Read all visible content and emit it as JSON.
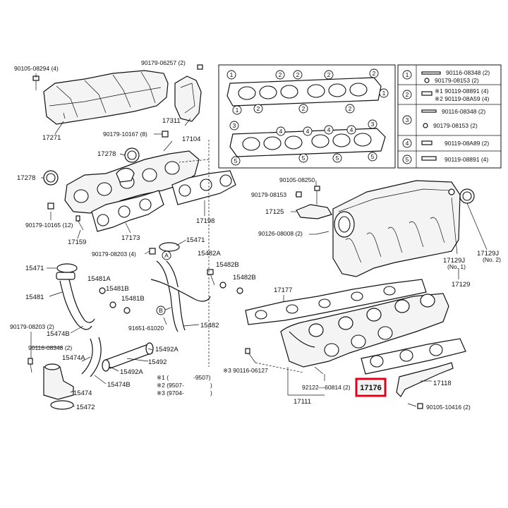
{
  "labels": {
    "p90105_08294": "90105-08294 (4)",
    "p90179_06257": "90179-06257 (2)",
    "p17271": "17271",
    "p17311": "17311",
    "p90179_10167": "90179-10167 (8)",
    "p17104": "17104",
    "p17278a": "17278",
    "p17278b": "17278",
    "p90179_10165": "90179-10165 (12)",
    "p17159": "17159",
    "p17173": "17173",
    "p17198": "17198",
    "p15471a": "15471",
    "p90179_08203": "90179-08203 (4)",
    "p15482A": "15482A",
    "p15471b": "15471",
    "p15481A": "15481A",
    "p15482B": "15482B",
    "p15481B_a": "15481B",
    "p15482B_b": "15482B",
    "p15481": "15481",
    "p15481B_b": "15481B",
    "p91651_61020": "91651-61020",
    "p15482": "15482",
    "p90179_08203b": "90179-08203 (2)",
    "p15474B_a": "15474B",
    "p15492A_a": "15492A",
    "p90116_08348a": "90116-08348 (2)",
    "p15474A": "15474A",
    "p15492": "15492",
    "p15492A_b": "15492A",
    "p15474B_b": "15474B",
    "p15474": "15474",
    "p15472": "15472",
    "p90105_08250": "90105-08250",
    "p90179_08153a": "90179-08153",
    "p17125": "17125",
    "p90126_08008": "90126-08008 (2)",
    "p17129J_1": "17129J",
    "p17129J_1n": "(No. 1)",
    "p17129J_2": "17129J",
    "p17129J_2n": "(No. 2)",
    "p17129": "17129",
    "p17177": "17177",
    "p90116_06127": "※3 90116-06127",
    "p92122_60814": "92122—60814 (2)",
    "p17176": "17176",
    "p17118": "17118",
    "p17111": "17111",
    "p90105_10416": "90105-10416 (2)"
  },
  "notes": {
    "n1a": "※1 (",
    "n1b": "-9507)",
    "n2a": "※2 (9507-",
    "n2b": ")",
    "n3a": "※3 (9704-",
    "n3b": ")"
  },
  "legend": {
    "r1_num": "1",
    "r1_a": "90116-08348 (2)",
    "r1_b": "90179-08153 (2)",
    "r2_num": "2",
    "r2_a": "※1 90119-08891 (4)",
    "r2_b": "※2 90119-08A59 (4)",
    "r3_num": "3",
    "r3_a": "90116-08348 (2)",
    "r3_b": "90179-08153 (2)",
    "r4_num": "4",
    "r4_a": "90119-08A89 (2)",
    "r5_num": "5",
    "r5_a": "90119-08891 (4)"
  },
  "gasket_markers": {
    "top": [
      "1",
      "2",
      "2",
      "2",
      "2",
      "1",
      "2",
      "2",
      "2",
      "1"
    ],
    "bottom": [
      "3",
      "4",
      "4",
      "4",
      "4",
      "3",
      "5",
      "5",
      "5",
      "5"
    ]
  },
  "callouts": {
    "a": "A",
    "b": "B"
  },
  "highlight_color": "#e4001b"
}
